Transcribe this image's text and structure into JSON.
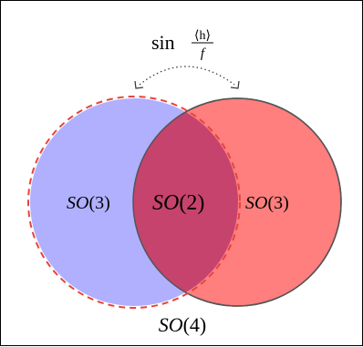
{
  "top_label": {
    "fn": "sin",
    "numerator": "⟨h⟩",
    "denominator": "f"
  },
  "left_circle": {
    "label_group": "SO",
    "label_arg": "(3)",
    "fill_color": "#b0b0ff",
    "dashed_outline_color": "#e8443a"
  },
  "right_circle": {
    "label_group": "SO",
    "label_arg": "(3)",
    "fill_color": "#ff7e7e"
  },
  "intersection": {
    "label_group": "SO",
    "label_arg": "(2)",
    "fill_color": "#c6436d"
  },
  "bottom_label": {
    "label_group": "SO",
    "label_arg": "(4)"
  },
  "colors": {
    "outline": "#555555",
    "arrow": "#333333"
  }
}
